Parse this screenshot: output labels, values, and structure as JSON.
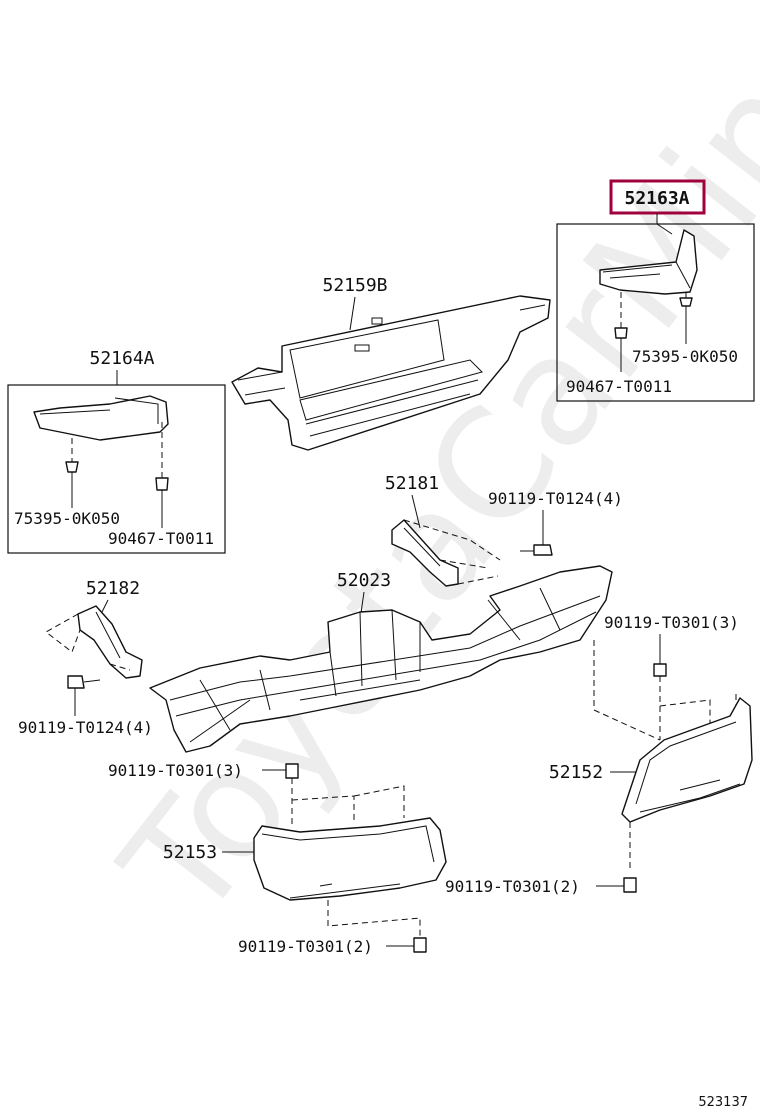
{
  "watermark": "ToyotaCarMine.ru",
  "highlight_color": "#a0003c",
  "ref_number": "523137",
  "labels": {
    "p52163A": "52163A",
    "p52159B": "52159B",
    "p75395_right": "75395-0K050",
    "p90467_right": "90467-T0011",
    "p52164A": "52164A",
    "p75395_left": "75395-0K050",
    "p90467_left": "90467-T0011",
    "p52181": "52181",
    "p90119_T0124_top": "90119-T0124(4)",
    "p52023": "52023",
    "p52182": "52182",
    "p90119_T0301_right3": "90119-T0301(3)",
    "p90119_T0124_left": "90119-T0124(4)",
    "p90119_T0301_left3": "90119-T0301(3)",
    "p52152": "52152",
    "p52153": "52153",
    "p90119_T0301_right2": "90119-T0301(2)",
    "p90119_T0301_bottom2": "90119-T0301(2)"
  }
}
